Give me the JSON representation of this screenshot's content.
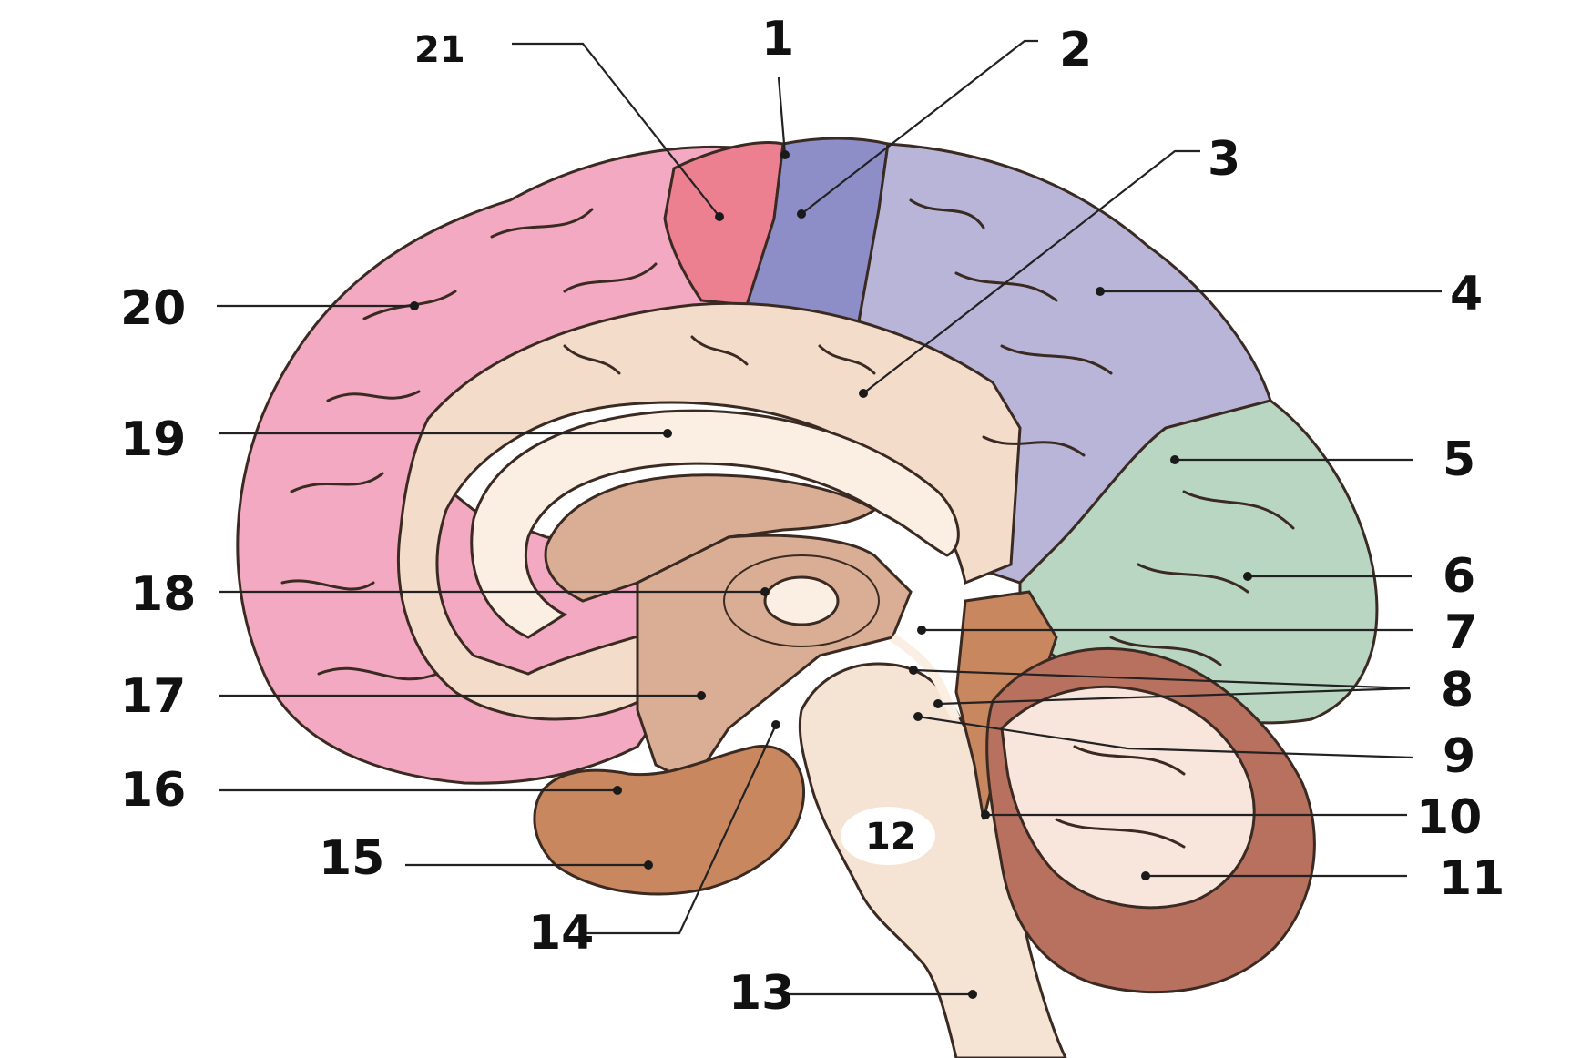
{
  "labels": [
    {
      "id": "21",
      "text": "21"
    },
    {
      "id": "1",
      "text": "1"
    },
    {
      "id": "2",
      "text": "2"
    },
    {
      "id": "3",
      "text": "3"
    },
    {
      "id": "4",
      "text": "4"
    },
    {
      "id": "5",
      "text": "5"
    },
    {
      "id": "6",
      "text": "6"
    },
    {
      "id": "7",
      "text": "7"
    },
    {
      "id": "8",
      "text": "8"
    },
    {
      "id": "9",
      "text": "9"
    },
    {
      "id": "10",
      "text": "10"
    },
    {
      "id": "11",
      "text": "11"
    },
    {
      "id": "12",
      "text": "12"
    },
    {
      "id": "13",
      "text": "13"
    },
    {
      "id": "14",
      "text": "14"
    },
    {
      "id": "15",
      "text": "15"
    },
    {
      "id": "16",
      "text": "16"
    },
    {
      "id": "17",
      "text": "17"
    },
    {
      "id": "18",
      "text": "18"
    },
    {
      "id": "19",
      "text": "19"
    },
    {
      "id": "20",
      "text": "20"
    }
  ],
  "colors": {
    "frontal": "#f2a9c1",
    "paracentral": "#ec7f90",
    "parietal_dark": "#8d8ec8",
    "parietal": "#b8b5d9",
    "occipital": "#b9d6c3",
    "cingulate": "#f4dccb",
    "corpus_callosum": "#fbeee2",
    "diencephalon": "#d9ae95",
    "brainstem": "#f5e4d4",
    "cerebellum_white": "#f8e5dc",
    "cerebellum_cortex": "#b9715f",
    "hypothalamus": "#c8875f",
    "outline": "#3a2a22"
  }
}
